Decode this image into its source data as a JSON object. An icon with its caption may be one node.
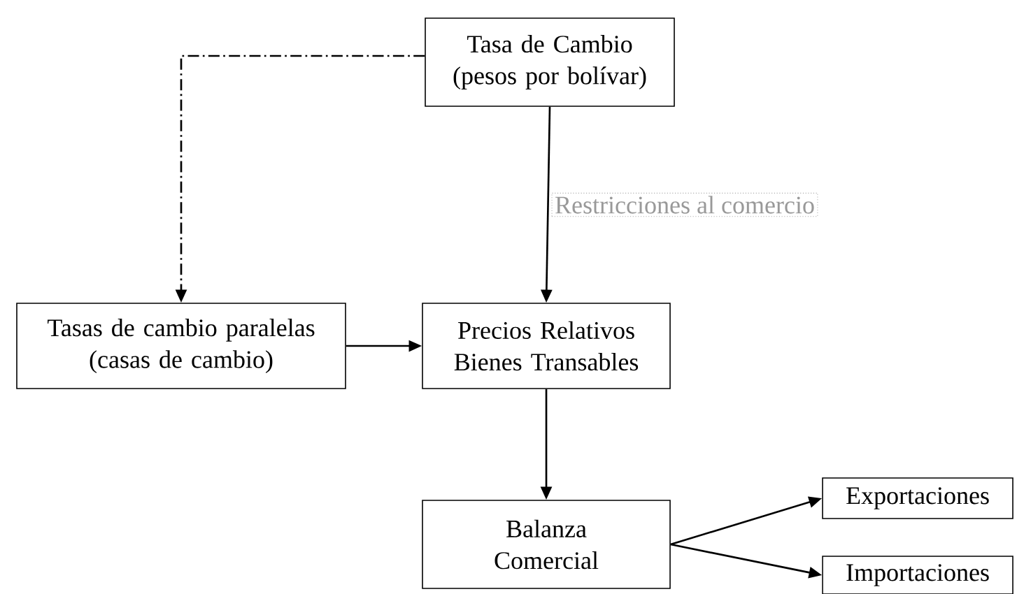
{
  "diagram": {
    "nodes": [
      {
        "text": [
          "Tasa de Cambio (pesos por bolívar)"
        ]
      },
      {
        "text": [
          "Tasas de cambio paralelas (casas de cambio)"
        ]
      },
      {
        "text": [
          "Precios Relativos Bienes Transables"
        ]
      },
      {
        "text": [
          "Balanza Comercial"
        ]
      },
      {
        "text": [
          "Exportaciones"
        ]
      },
      {
        "text": [
          "Importaciones"
        ]
      }
    ],
    "edges": [
      {
        "from": 0,
        "to": 1,
        "arrow": "to",
        "style": "dashed"
      },
      {
        "from": 0,
        "to": 2,
        "arrow": "to",
        "label": "Restricciones al comercio"
      },
      {
        "from": 1,
        "to": 2,
        "arrow": "to"
      },
      {
        "from": 2,
        "to": 3,
        "arrow": "to"
      },
      {
        "from": 3,
        "to": 4,
        "arrow": "to"
      },
      {
        "from": 3,
        "to": 5,
        "arrow": "to"
      }
    ]
  }
}
